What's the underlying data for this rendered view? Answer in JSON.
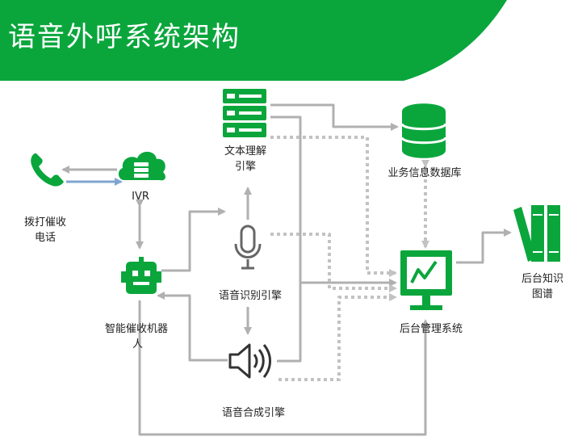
{
  "title": "语音外呼系统架构",
  "colors": {
    "brand_green": "#0aa63c",
    "arrow_gray": "#b0b0b0",
    "arrow_blue": "#7fa6cf",
    "dotted_gray": "#c2c2c2"
  },
  "nodes": {
    "phone": {
      "label_line1": "拨打催收",
      "label_line2": "电话"
    },
    "ivr": {
      "label": "IVR"
    },
    "text_engine": {
      "label_line1": "文本理解",
      "label_line2": "引擎"
    },
    "database": {
      "label": "业务信息数据库"
    },
    "robot": {
      "label_line1": "智能催收机器",
      "label_line2": "人"
    },
    "asr": {
      "label": "语音识别引擎"
    },
    "tts": {
      "label": "语音合成引擎"
    },
    "admin": {
      "label": "后台管理系统"
    },
    "knowledge": {
      "label_line1": "后台知识",
      "label_line2": "图谱"
    }
  }
}
